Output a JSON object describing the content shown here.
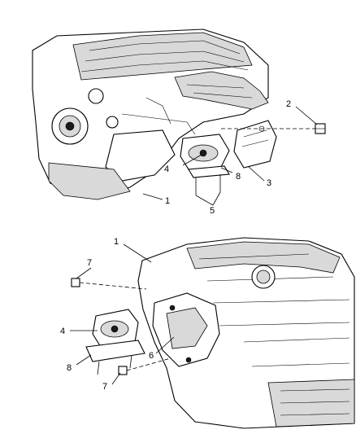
{
  "callouts": {
    "top": {
      "c1": "1",
      "c2": "2",
      "c3": "3",
      "c4": "4",
      "c5": "5",
      "c8": "8"
    },
    "bottom": {
      "c1": "1",
      "c4": "4",
      "c6": "6",
      "c7a": "7",
      "c7b": "7",
      "c8": "8"
    }
  }
}
